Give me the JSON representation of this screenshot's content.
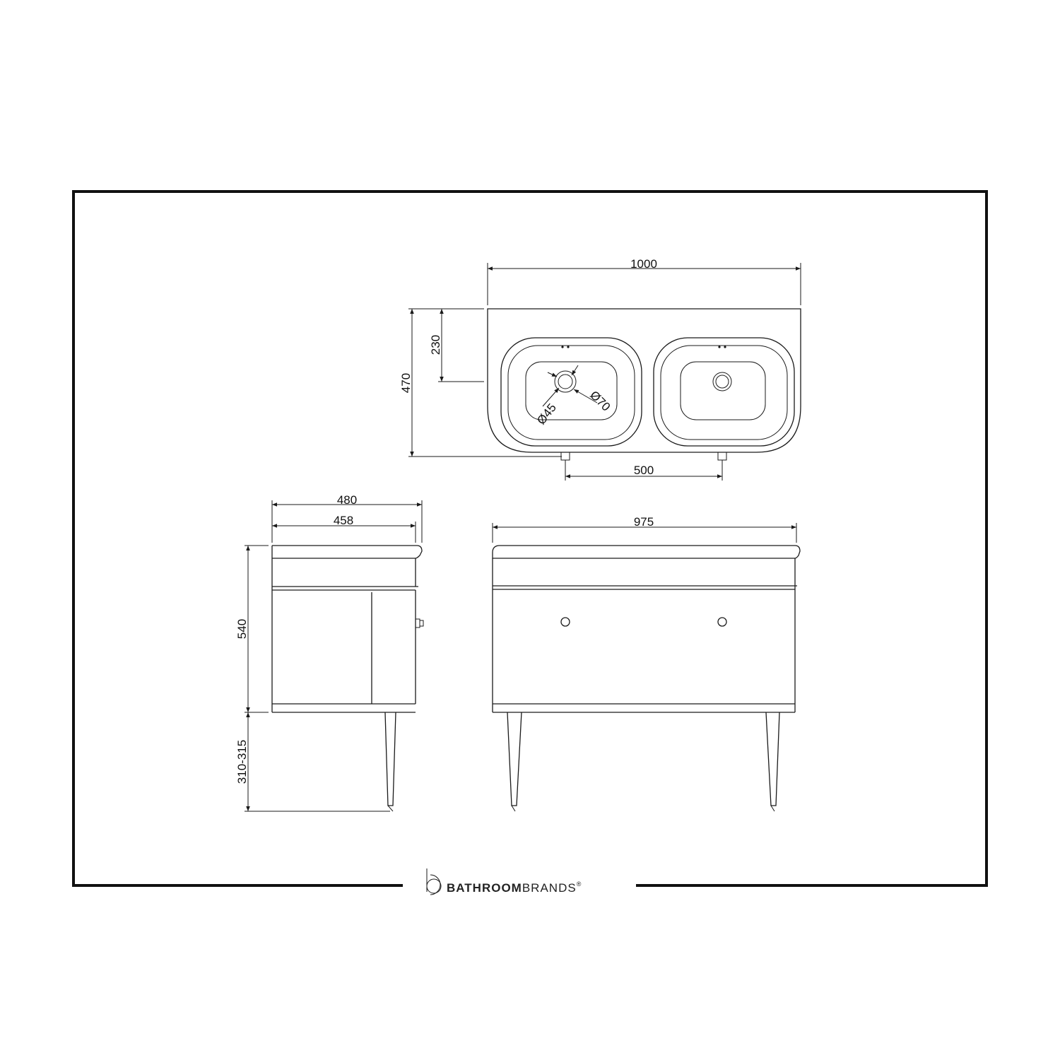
{
  "dimensions": {
    "top_width": "1000",
    "top_depth": "470",
    "bowl_offset": "230",
    "tap_spacing": "500",
    "waste_inner": "Ø45",
    "waste_outer": "Ø70",
    "side_depth_outer": "480",
    "side_depth_inner": "458",
    "front_width": "975",
    "cabinet_height": "540",
    "leg_height": "310-315"
  },
  "brand": {
    "name_bold": "BATHROOM",
    "name_light": "BRANDS",
    "registered": "®"
  },
  "colors": {
    "line": "#1a1a1a",
    "frame": "#111111",
    "background": "#ffffff"
  }
}
